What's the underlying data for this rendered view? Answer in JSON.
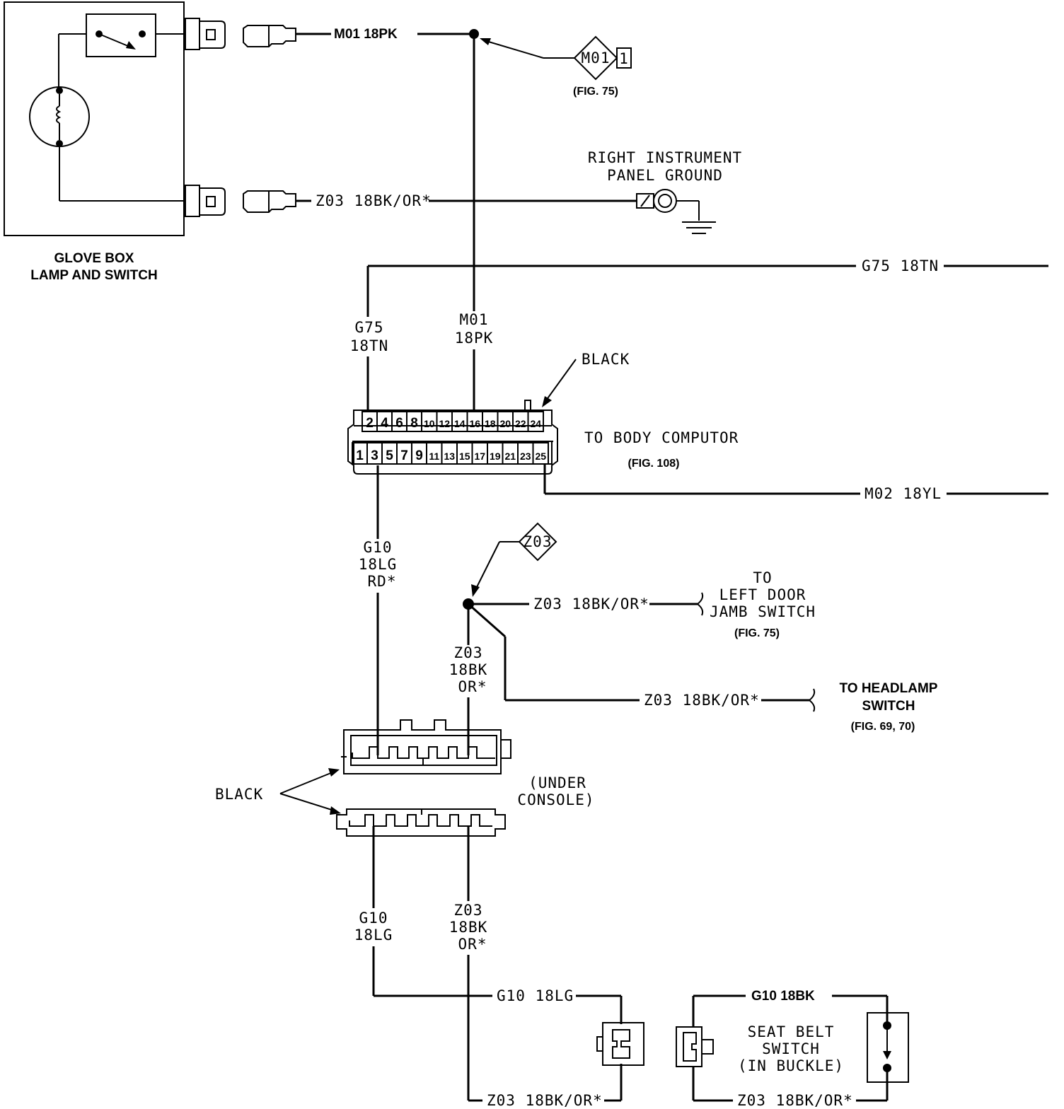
{
  "components": {
    "glove_box": {
      "line1": "GLOVE BOX",
      "line2": "LAMP AND SWITCH"
    },
    "right_ground": {
      "line1": "RIGHT INSTRUMENT",
      "line2": "PANEL GROUND"
    },
    "body_computer": {
      "label": "TO BODY COMPUTOR",
      "fig": "(FIG. 108)",
      "color": "BLACK"
    },
    "under_console": {
      "line1": "(UNDER",
      "line2": "CONSOLE)",
      "color": "BLACK"
    },
    "left_door": {
      "line1": "TO",
      "line2": "LEFT DOOR",
      "line3": "JAMB SWITCH",
      "fig": "(FIG. 75)"
    },
    "headlamp": {
      "line1": "TO HEADLAMP",
      "line2": "SWITCH",
      "fig": "(FIG. 69, 70)"
    },
    "seat_belt": {
      "line1": "SEAT BELT",
      "line2": "SWITCH",
      "line3": "(IN BUCKLE)"
    }
  },
  "splices": {
    "m01": {
      "code": "M01",
      "pin": "1",
      "fig": "(FIG. 75)"
    },
    "z03": {
      "code": "Z03"
    }
  },
  "wires": {
    "m01_top": "M01 18PK",
    "z03_glove": "Z03 18BK/OR*",
    "g75_right": "G75 18TN",
    "g75_vert": {
      "l1": "G75",
      "l2": "18TN"
    },
    "m01_vert": {
      "l1": "M01",
      "l2": "18PK"
    },
    "m02_right": "M02 18YL",
    "g10_upper": {
      "l1": "G10",
      "l2": "18LG",
      "l3": "RD*"
    },
    "z03_left_door": "Z03 18BK/OR*",
    "z03_upper_vert": {
      "l1": "Z03",
      "l2": "18BK",
      "l3": "OR*"
    },
    "z03_headlamp": "Z03 18BK/OR*",
    "g10_lower": {
      "l1": "G10",
      "l2": "18LG"
    },
    "z03_lower_vert": {
      "l1": "Z03",
      "l2": "18BK",
      "l3": "OR*"
    },
    "g10_bottom": "G10 18LG",
    "g10_seatbelt": "G10 18BK",
    "z03_bottom_left": "Z03 18BK/OR*",
    "z03_bottom_right": "Z03 18BK/OR*"
  },
  "connector_pins": {
    "top": [
      "2",
      "4",
      "6",
      "8",
      "10",
      "12",
      "14",
      "16",
      "18",
      "20",
      "22",
      "24"
    ],
    "bottom": [
      "1",
      "3",
      "5",
      "7",
      "9",
      "11",
      "13",
      "15",
      "17",
      "19",
      "21",
      "23",
      "25"
    ]
  }
}
